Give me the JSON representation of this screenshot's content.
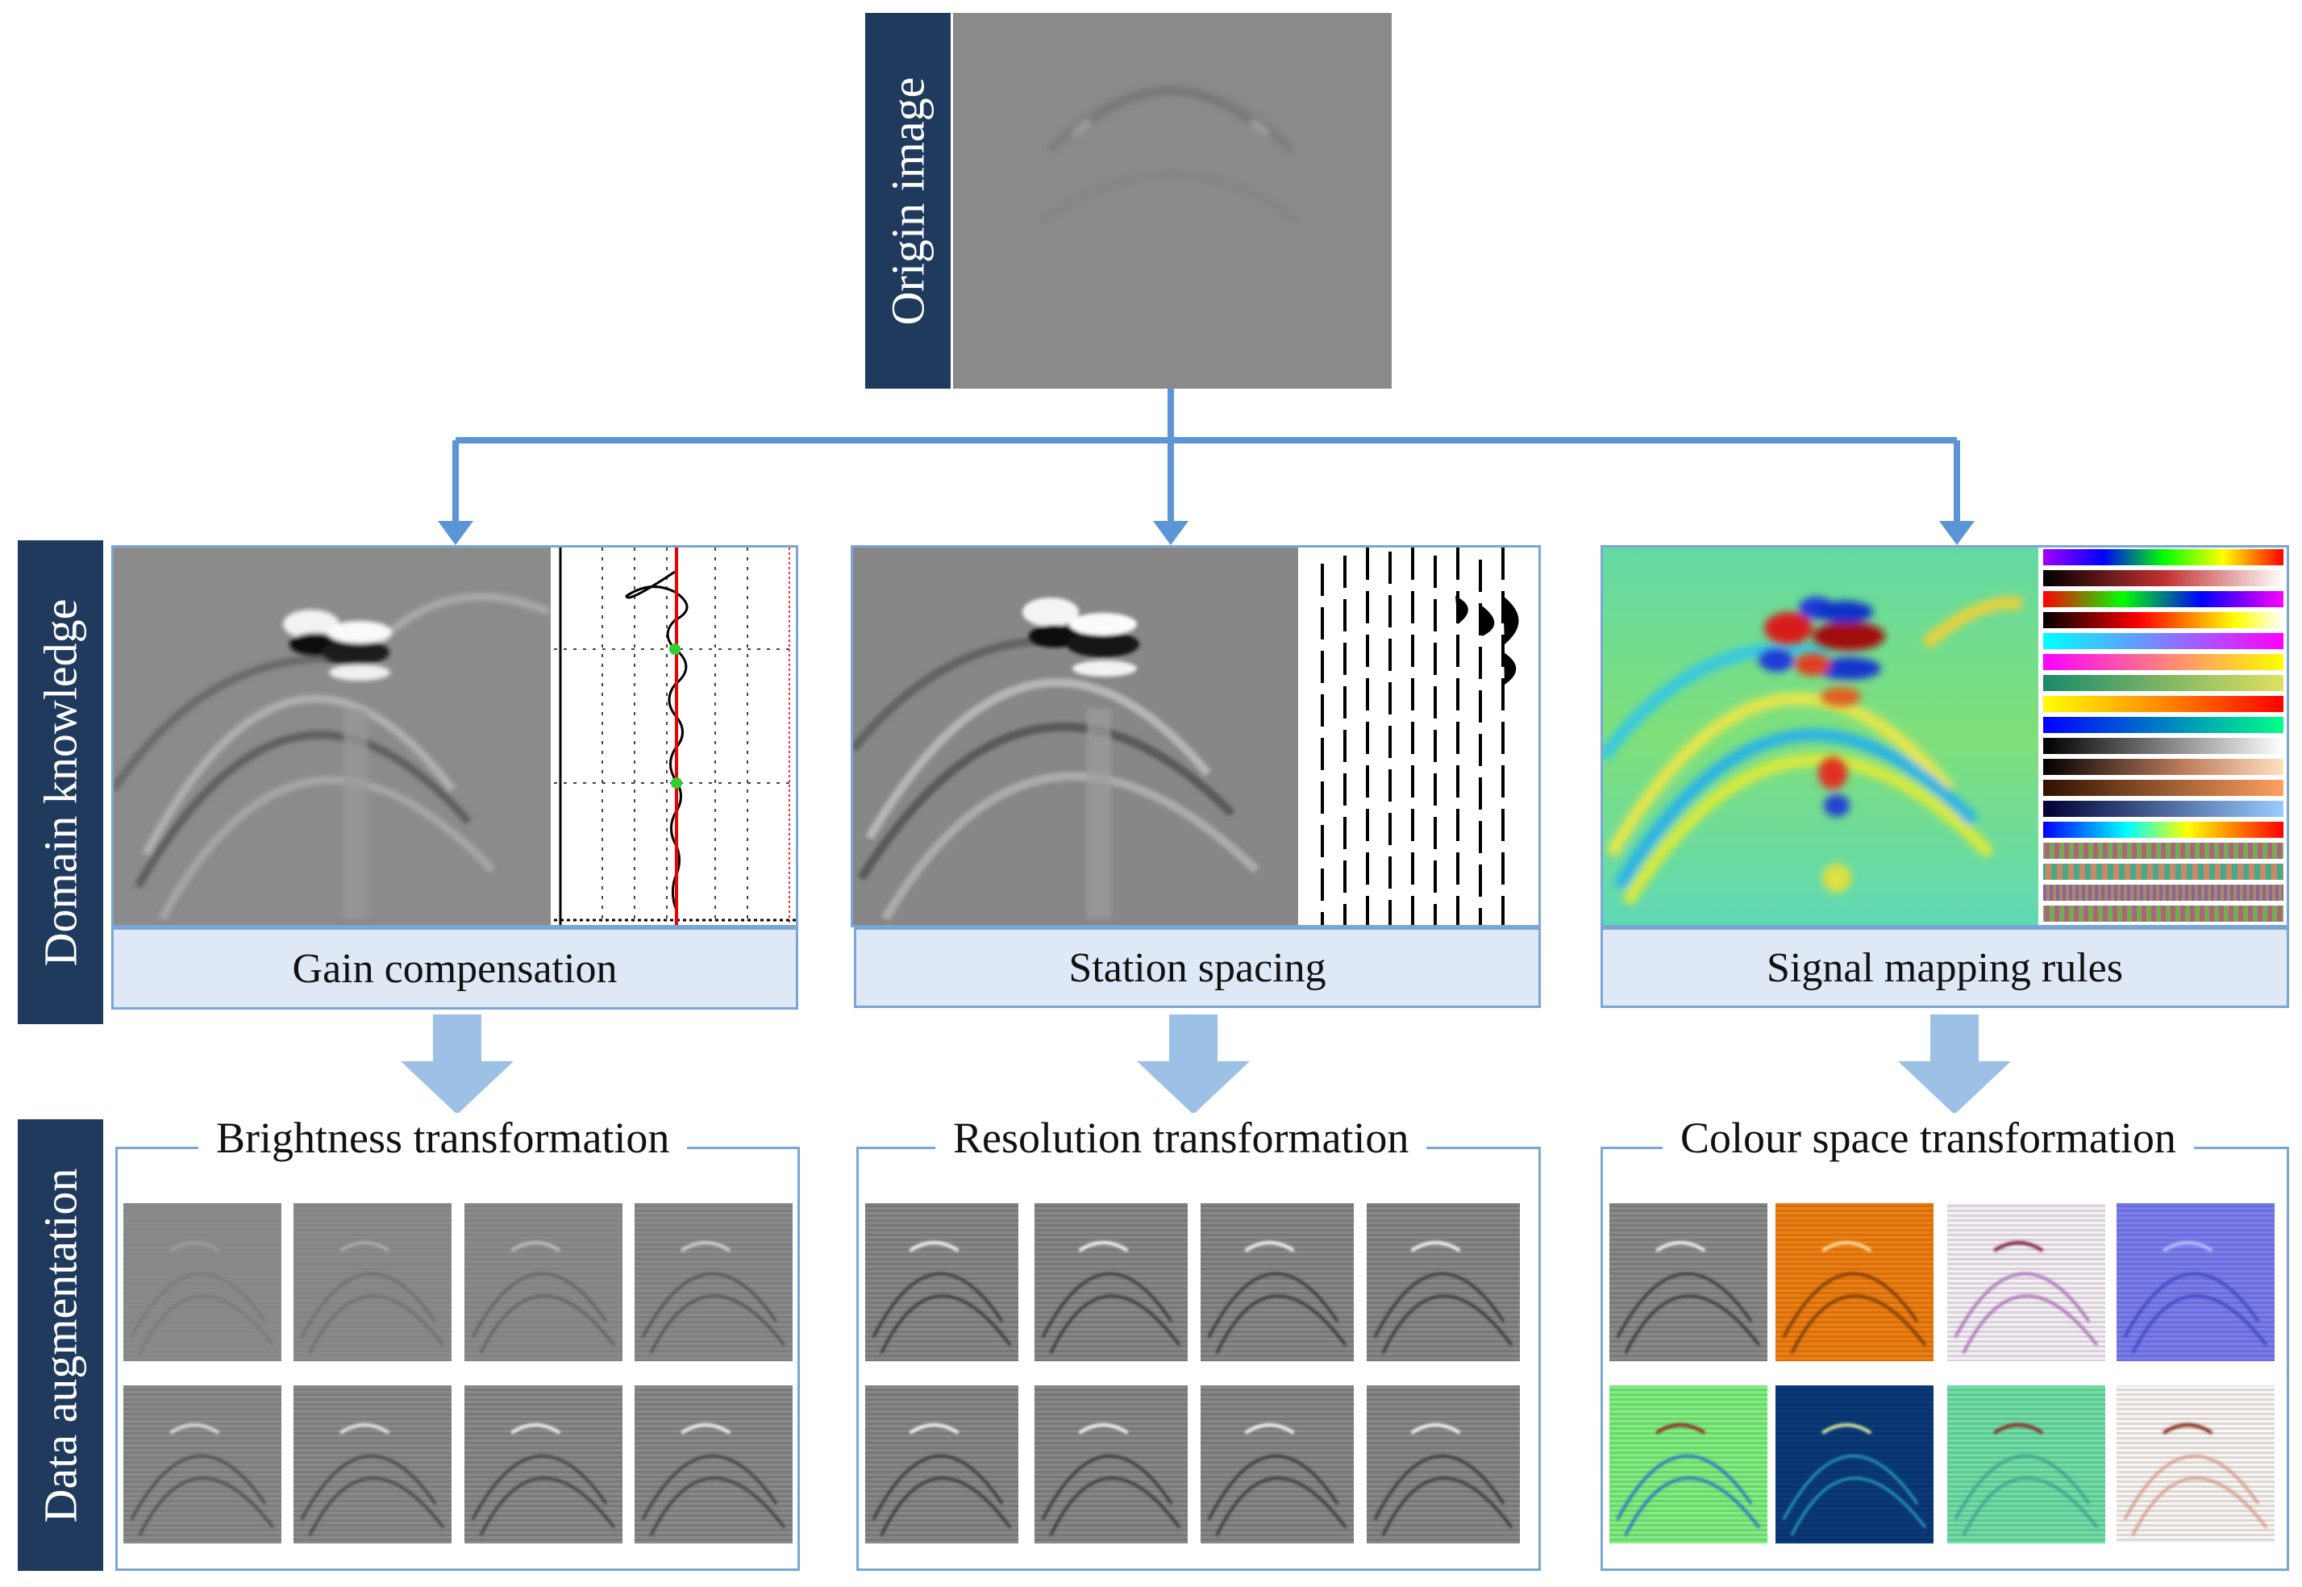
{
  "labels": {
    "origin": "Origin image",
    "domain": "Domain knowledge",
    "augmentation": "Data augmentation"
  },
  "knowledge": [
    {
      "caption": "Gain compensation"
    },
    {
      "caption": "Station spacing"
    },
    {
      "caption": "Signal mapping rules"
    }
  ],
  "augmentation_groups": [
    {
      "title": "Brightness transformation"
    },
    {
      "title": "Resolution transformation"
    },
    {
      "title": "Colour space transformation"
    }
  ],
  "colors": {
    "label_bg": "#1f3a5c",
    "arrow_line": "#5b95d6",
    "block_arrow": "#9cc0e6",
    "caption_bg": "#dfe9f6",
    "border": "#7aa6d6"
  }
}
